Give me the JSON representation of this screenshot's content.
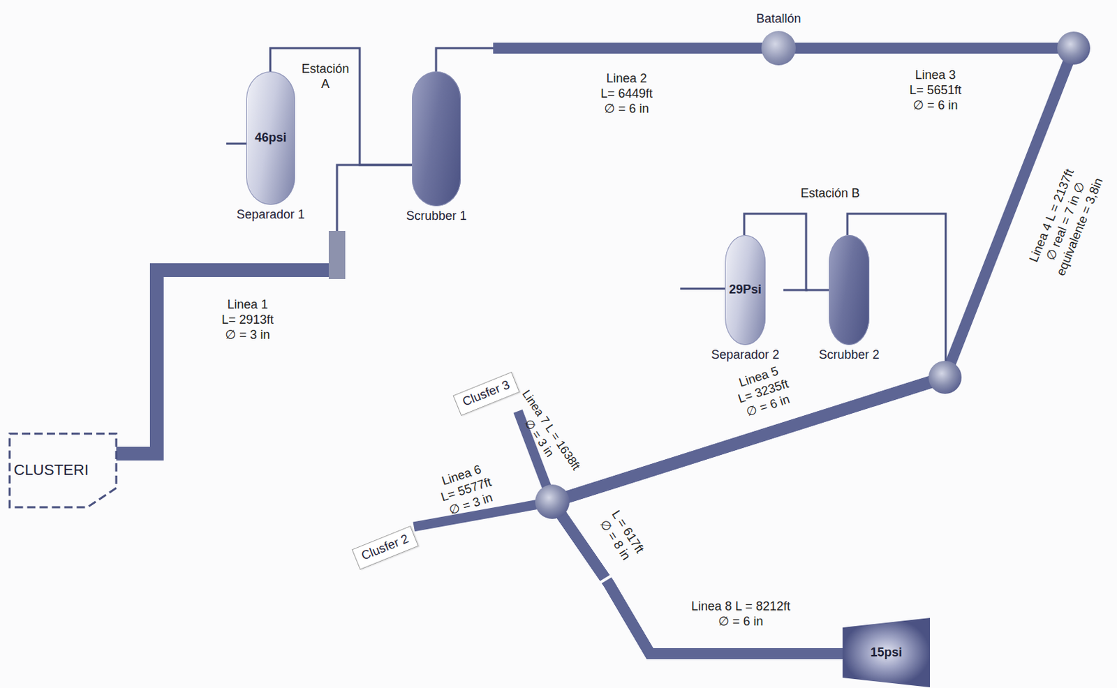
{
  "diagram": {
    "nodes": [
      {
        "text": [
          "46psi",
          "Separador 1"
        ]
      },
      {
        "text": [
          "Scrubber 1"
        ]
      },
      {
        "text": [
          "Batallón"
        ]
      },
      {
        "text": [
          "29Psi",
          "Separador 2"
        ]
      },
      {
        "text": [
          "Scrubber 2"
        ]
      },
      {
        "text": [
          "CLUSTERI"
        ]
      },
      {
        "text": [
          "Clusfer 3"
        ]
      },
      {
        "text": [
          "Clusfer 2"
        ]
      },
      {
        "text": [
          "15psi"
        ]
      }
    ],
    "edges": [
      {
        "from": 5,
        "to": 1,
        "arrow": "none",
        "label": "Linea 1 L= 2913ft ∅ = 3 in"
      },
      {
        "from": 0,
        "to": 1,
        "arrow": "none"
      },
      {
        "from": 1,
        "to": 2,
        "arrow": "none",
        "label": "Linea 2 L= 6449ft ∅ = 6 in"
      },
      {
        "from": 2,
        "to": 8,
        "arrow": "none"
      },
      {
        "from": 4,
        "to": 8,
        "arrow": "none"
      },
      {
        "from": 3,
        "to": 4,
        "arrow": "none"
      },
      {
        "from": 7,
        "to": 8,
        "arrow": "none"
      },
      {
        "from": 6,
        "to": 8,
        "arrow": "none"
      }
    ],
    "labels": [
      "Estación A",
      "Estación B",
      "Linea 3 L= 5651ft ∅ = 6 in",
      "Linea 4 L = 2137ft ∅ real = 7 in ∅ equivalente = 3,8in",
      "Linea 5 L= 3235ft ∅ = 6 in",
      "Linea 6 L= 5577ft ∅ = 3 in",
      "Linea 7 L = 1638ft ∅ = 3 in",
      "L = 617ft ∅ = 8 in",
      "Linea 8 L = 8212ft ∅ = 6 in"
    ]
  }
}
